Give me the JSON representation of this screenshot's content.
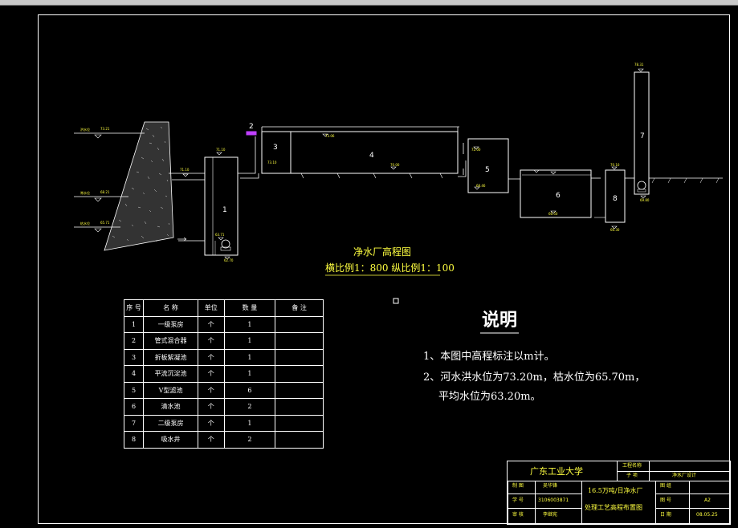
{
  "diagram_title": "净水厂高程图",
  "diagram_scale": "横比例1：800 纵比例1：100",
  "elevations": {
    "flood_level": "73.21",
    "avg_level": "68.21",
    "dry_level": "65.71",
    "intake_top": "71.10",
    "pump1_top": "71.10",
    "pump1_inner": "63.71",
    "pump1_bottom": "62.70",
    "mixer_top": "73.10",
    "floc_water": "73.06",
    "floc_bottom": "70.00",
    "sed_top": "70.98",
    "filter_water": "72.00",
    "filter_bottom": "68.46",
    "clear_water": "",
    "clear_bottom": "66.50",
    "tank_top": "70.10",
    "tank_bottom": "66.30",
    "pump2_top": "78.31",
    "pump2_bottom": "69.80"
  },
  "side_labels": {
    "flood": "洪水位",
    "avg": "常水位",
    "dry": "枯水位"
  },
  "unit_numbers": [
    "1",
    "2",
    "3",
    "4",
    "5",
    "6",
    "7",
    "8"
  ],
  "table": {
    "headers": [
      "序 号",
      "名 称",
      "单位",
      "数 量",
      "备 注"
    ],
    "rows": [
      [
        "1",
        "一级泵房",
        "个",
        "1",
        ""
      ],
      [
        "2",
        "管式混合器",
        "个",
        "1",
        ""
      ],
      [
        "3",
        "折板絮凝池",
        "个",
        "1",
        ""
      ],
      [
        "4",
        "平流沉淀池",
        "个",
        "1",
        ""
      ],
      [
        "5",
        "V型滤池",
        "个",
        "6",
        ""
      ],
      [
        "6",
        "清水池",
        "个",
        "2",
        ""
      ],
      [
        "7",
        "二级泵房",
        "个",
        "1",
        ""
      ],
      [
        "8",
        "吸水井",
        "个",
        "2",
        ""
      ]
    ]
  },
  "notes": {
    "heading": "说明",
    "line1": "1、本图中高程标注以m计。",
    "line2": "2、河水洪水位为73.20m，枯水位为65.70m，",
    "line3": "平均水位为63.20m。"
  },
  "title_block": {
    "school": "广东工业大学",
    "project_label": "工程名称",
    "item_label": "子 项",
    "item_value": "净水厂设计",
    "drawing_title_1": "16.5万吨/日净水厂",
    "drawing_title_2": "处理工艺高程布置图",
    "r1_label": "制 图",
    "r1_value": "吴华锋",
    "r2_label": "学 号",
    "r2_value": "3106003871",
    "r3_label": "审 核",
    "r3_value": "李继宪",
    "drawing_no_label": "图 组",
    "sheet_label": "图 号",
    "sheet_value": "A2",
    "date_label": "日 期",
    "date_value": "08.05.25"
  },
  "colors": {
    "background": "#000000",
    "lines": "#ffffff",
    "text_yellow": "#ffff40",
    "marker": "#c040ff"
  }
}
